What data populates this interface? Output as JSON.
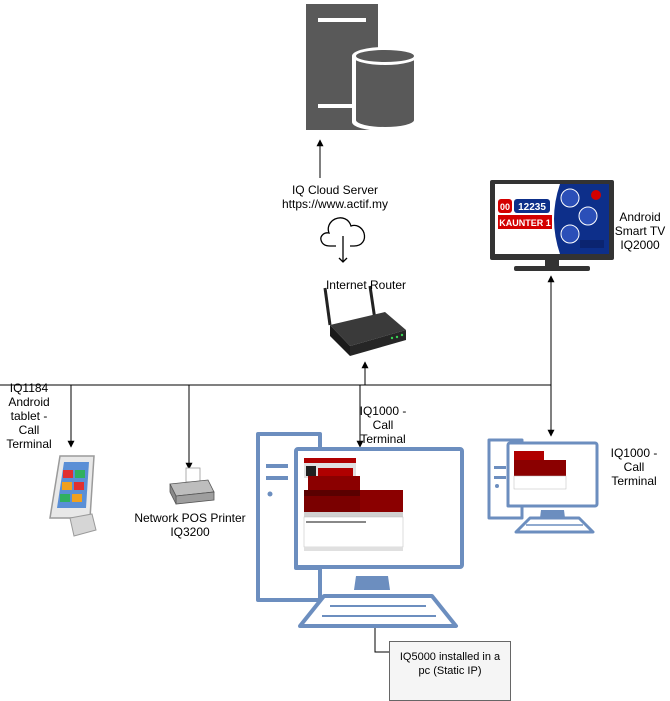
{
  "labels": {
    "cloud_server": [
      "IQ Cloud Server",
      "https://www.actif.my"
    ],
    "internet_router": "Internet Router",
    "smart_tv": [
      "Android",
      "Smart TV",
      "IQ2000"
    ],
    "tablet": [
      "IQ1184",
      "Android",
      "tablet -",
      "Call",
      "Terminal"
    ],
    "printer": [
      "Network POS Printer",
      "IQ3200"
    ],
    "iq1000_center": [
      "IQ1000 -",
      "Call",
      "Terminal"
    ],
    "iq1000_right": [
      "IQ1000 -",
      "Call",
      "Terminal"
    ],
    "pc_note": [
      "IQ5000 installed in a",
      "pc (Static IP)"
    ]
  },
  "tv_screen": {
    "badge": "00",
    "number": "12235",
    "counter": "KAUNTER 1"
  },
  "colors": {
    "server": "#595959",
    "line": "#000000",
    "pc_outline": "#6c8ebf",
    "tv_body": "#333333",
    "tv_screen_blue": "#0d2f8a",
    "app_red": "#8b0000"
  }
}
